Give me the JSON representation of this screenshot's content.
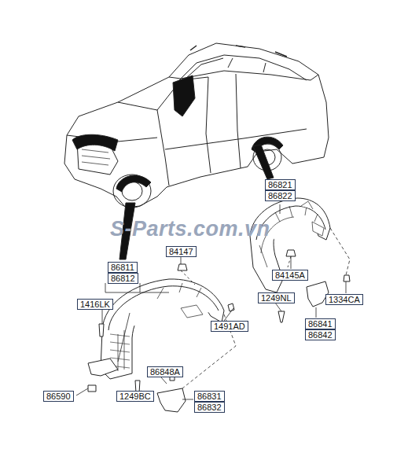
{
  "diagram": {
    "labels": [
      "86821",
      "86822",
      "S-Parts.com.vn",
      "84147",
      "86811",
      "86812",
      "84145A",
      "1249NL",
      "1334CA",
      "1416LK",
      "1491AD",
      "86841",
      "86842",
      "86848A",
      "86590",
      "1249BC",
      "86831",
      "86832"
    ]
  }
}
